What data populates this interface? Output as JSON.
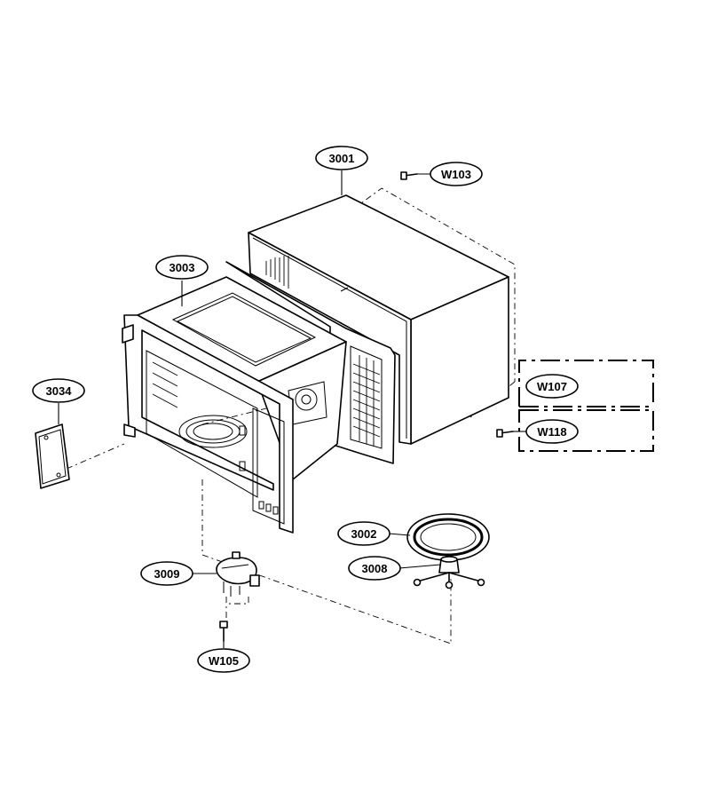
{
  "diagram": {
    "callouts": [
      {
        "id": "c3001",
        "label": "3001"
      },
      {
        "id": "cW103",
        "label": "W103"
      },
      {
        "id": "c3003",
        "label": "3003"
      },
      {
        "id": "c3034",
        "label": "3034"
      },
      {
        "id": "cW107",
        "label": "W107"
      },
      {
        "id": "cW118",
        "label": "W118"
      },
      {
        "id": "c3002",
        "label": "3002"
      },
      {
        "id": "c3008",
        "label": "3008"
      },
      {
        "id": "c3009",
        "label": "3009"
      },
      {
        "id": "cW105",
        "label": "W105"
      }
    ]
  }
}
